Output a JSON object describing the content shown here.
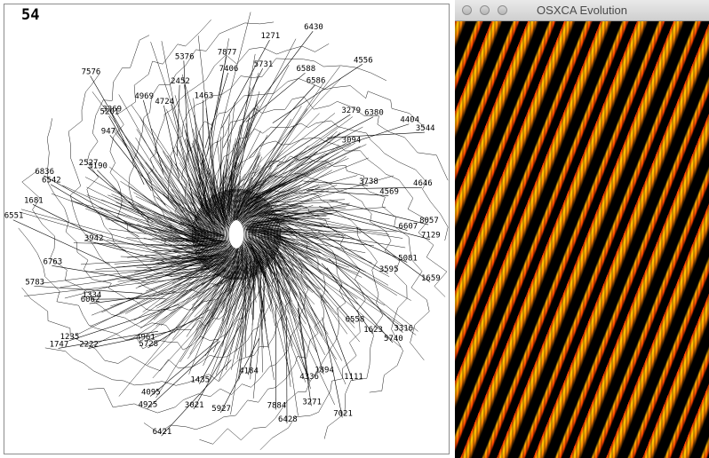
{
  "graph": {
    "index_label": "54",
    "node_labels": [
      "7877",
      "5731",
      "1271",
      "6430",
      "6586",
      "6588",
      "4556",
      "3279",
      "6380",
      "3094",
      "3544",
      "4404",
      "3738",
      "4646",
      "4569",
      "8057",
      "7129",
      "6607",
      "1659",
      "5081",
      "3595",
      "3316",
      "5740",
      "1623",
      "6558",
      "1111",
      "1894",
      "7021",
      "4336",
      "3271",
      "6428",
      "7884",
      "4184",
      "5927",
      "3021",
      "1435",
      "6421",
      "4925",
      "4095",
      "4961",
      "5728",
      "2222",
      "1747",
      "1235",
      "6062",
      "1334",
      "5783",
      "6763",
      "3942",
      "6551",
      "1681",
      "6542",
      "6836",
      "2527",
      "3190",
      "947",
      "5201",
      "7576",
      "3369",
      "4969",
      "4724",
      "2452",
      "1463",
      "5376",
      "7406"
    ],
    "colors": {
      "edge": "#000000",
      "background": "#ffffff",
      "frame": "#8c8c8c"
    }
  },
  "window": {
    "title": "OSXCA Evolution",
    "colors": {
      "primary": "#ff8000",
      "secondary": "#ffcc00",
      "accent": "#ff2a00",
      "background": "#000000"
    }
  }
}
